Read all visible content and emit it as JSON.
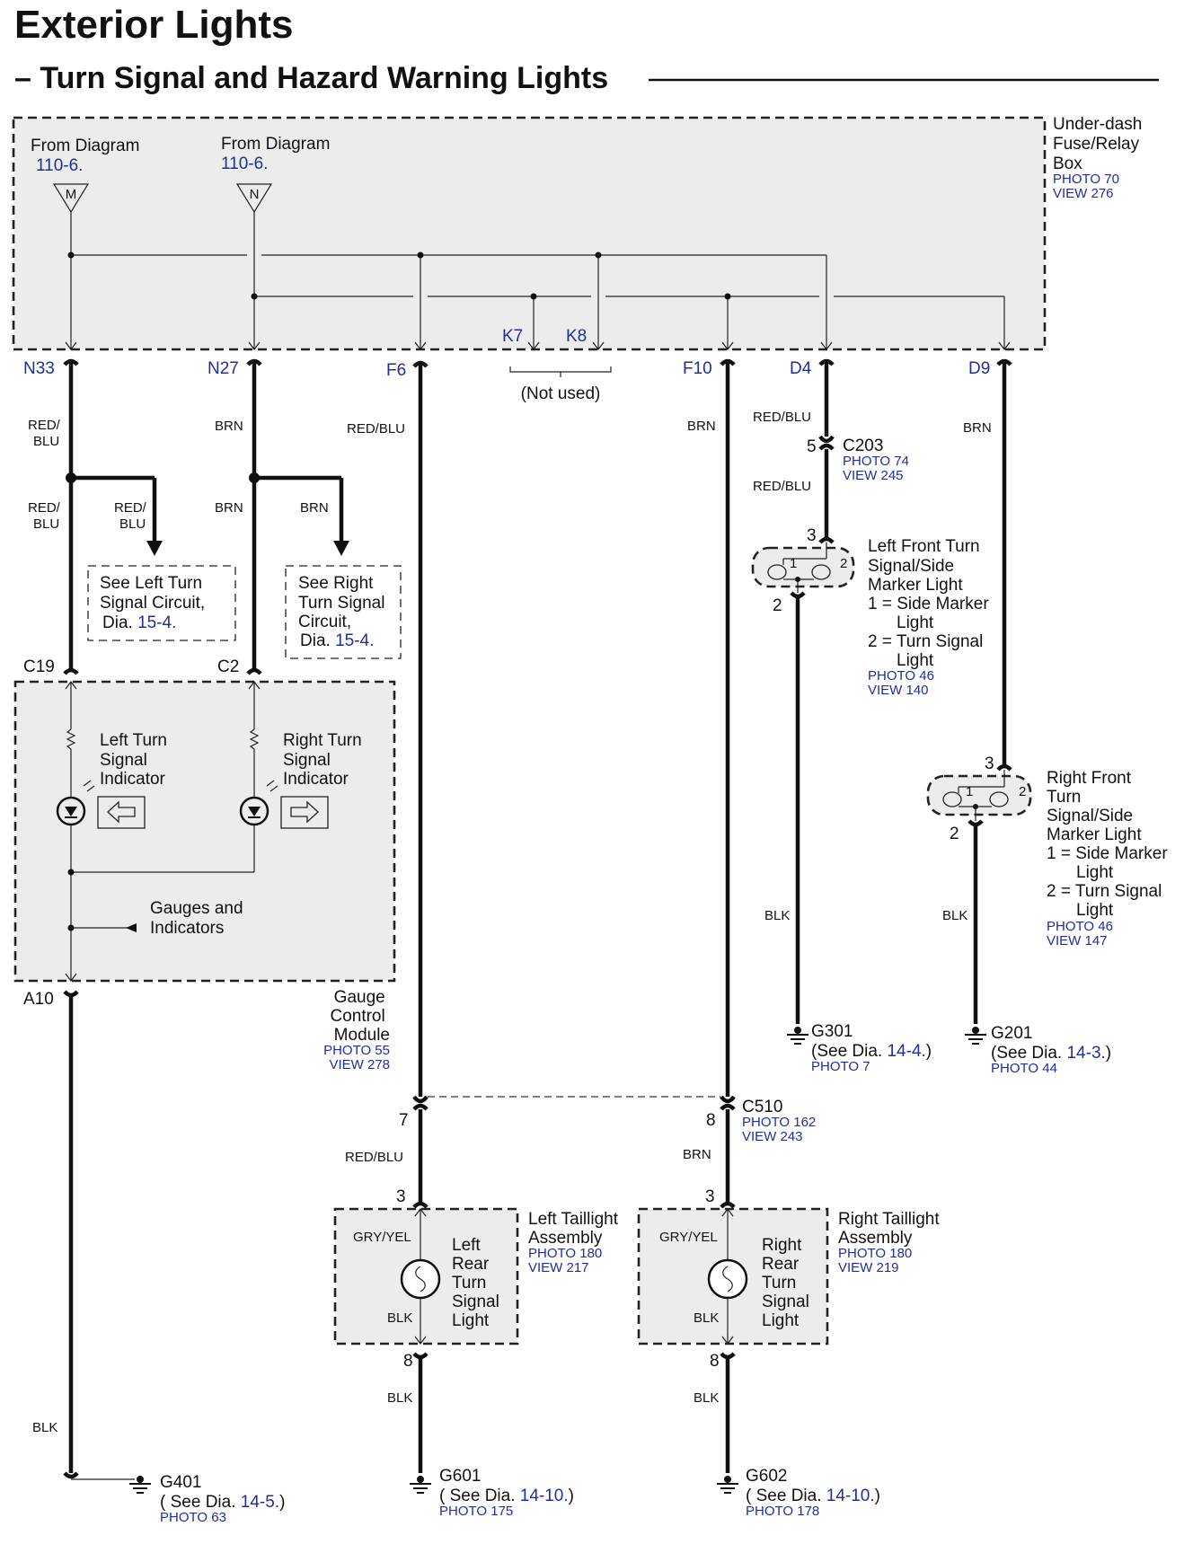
{
  "header": {
    "title": "Exterior Lights",
    "subtitle": "Turn Signal and Hazard Warning Lights"
  },
  "fuse_box": {
    "name_lines": [
      "Under-dash",
      "Fuse/Relay",
      "Box"
    ],
    "photo": "PHOTO 70",
    "view": "VIEW 276",
    "from_left": "From Diagram",
    "from_left_ref": "110-6.",
    "from_left_tag": "M",
    "from_right": "From Diagram",
    "from_right_ref": "110-6.",
    "from_right_tag": "N",
    "pins": {
      "n33": "N33",
      "n27": "N27",
      "f6": "F6",
      "k7": "K7",
      "k8": "K8",
      "f10": "F10",
      "d4": "D4",
      "d9": "D9"
    },
    "not_used": "(Not used)"
  },
  "wires": {
    "red_blu_a": "RED/",
    "red_blu_b": "BLU",
    "red_blu": "RED/BLU",
    "brn": "BRN",
    "blk": "BLK",
    "gry_yel": "GRY/YEL"
  },
  "refs": {
    "left_circuit_lines": [
      "See Left Turn",
      "Signal Circuit,"
    ],
    "left_dia_prefix": "Dia.",
    "left_dia_ref": "15-4.",
    "right_circuit_lines": [
      "See Right",
      "Turn Signal",
      "Circuit,"
    ],
    "right_dia_prefix": "Dia.",
    "right_dia_ref": "15-4."
  },
  "gauge_module": {
    "pin_c19": "C19",
    "pin_c2": "C2",
    "pin_a10": "A10",
    "left_indicator_lines": [
      "Left Turn",
      "Signal",
      "Indicator"
    ],
    "right_indicator_lines": [
      "Right Turn",
      "Signal",
      "Indicator"
    ],
    "gauges_lines": [
      "Gauges and",
      "Indicators"
    ],
    "name_lines": [
      "Gauge",
      "Control",
      "Module"
    ],
    "photo": "PHOTO 55",
    "view": "VIEW 278"
  },
  "c203": {
    "name": "C203",
    "photo": "PHOTO 74",
    "view": "VIEW 245",
    "pin": "5"
  },
  "left_front": {
    "pin_in": "3",
    "pin_out": "2",
    "bulb1": "1",
    "bulb2": "2",
    "lines": [
      "Left Front Turn",
      "Signal/Side",
      "Marker Light",
      "1 = Side Marker",
      "Light",
      "2 = Turn Signal",
      "Light"
    ],
    "photo": "PHOTO 46",
    "view": "VIEW 140"
  },
  "right_front": {
    "pin_in": "3",
    "pin_out": "2",
    "bulb1": "1",
    "bulb2": "2",
    "lines": [
      "Right Front",
      "Turn",
      "Signal/Side",
      "Marker Light",
      "1 = Side Marker",
      "Light",
      "2 = Turn Signal",
      "Light"
    ],
    "photo": "PHOTO 46",
    "view": "VIEW 147"
  },
  "c510": {
    "name": "C510",
    "photo": "PHOTO 162",
    "view": "VIEW 243",
    "pin_left": "7",
    "pin_right": "8"
  },
  "left_taillight": {
    "pin_in": "3",
    "pin_out": "8",
    "inner_lines": [
      "Left",
      "Rear",
      "Turn",
      "Signal",
      "Light"
    ],
    "name_lines": [
      "Left Taillight",
      "Assembly"
    ],
    "photo": "PHOTO 180",
    "view": "VIEW 217"
  },
  "right_taillight": {
    "pin_in": "3",
    "pin_out": "8",
    "inner_lines": [
      "Right",
      "Rear",
      "Turn",
      "Signal",
      "Light"
    ],
    "name_lines": [
      "Right Taillight",
      "Assembly"
    ],
    "photo": "PHOTO 180",
    "view": "VIEW 219"
  },
  "grounds": {
    "g301": {
      "name": "G301",
      "see": "(See Dia.",
      "ref": "14-4.",
      "close": ")",
      "photo": "PHOTO 7"
    },
    "g201": {
      "name": "G201",
      "see": "(See Dia.",
      "ref": "14-3.",
      "close": ")",
      "photo": "PHOTO 44"
    },
    "g401": {
      "name": "G401",
      "see": "( See Dia.",
      "ref": "14-5.",
      "close": ")",
      "photo": "PHOTO 63"
    },
    "g601": {
      "name": "G601",
      "see": "( See Dia.",
      "ref": "14-10.",
      "close": ")",
      "photo": "PHOTO 175"
    },
    "g602": {
      "name": "G602",
      "see": "( See Dia.",
      "ref": "14-10.",
      "close": ")",
      "photo": "PHOTO 178"
    }
  }
}
